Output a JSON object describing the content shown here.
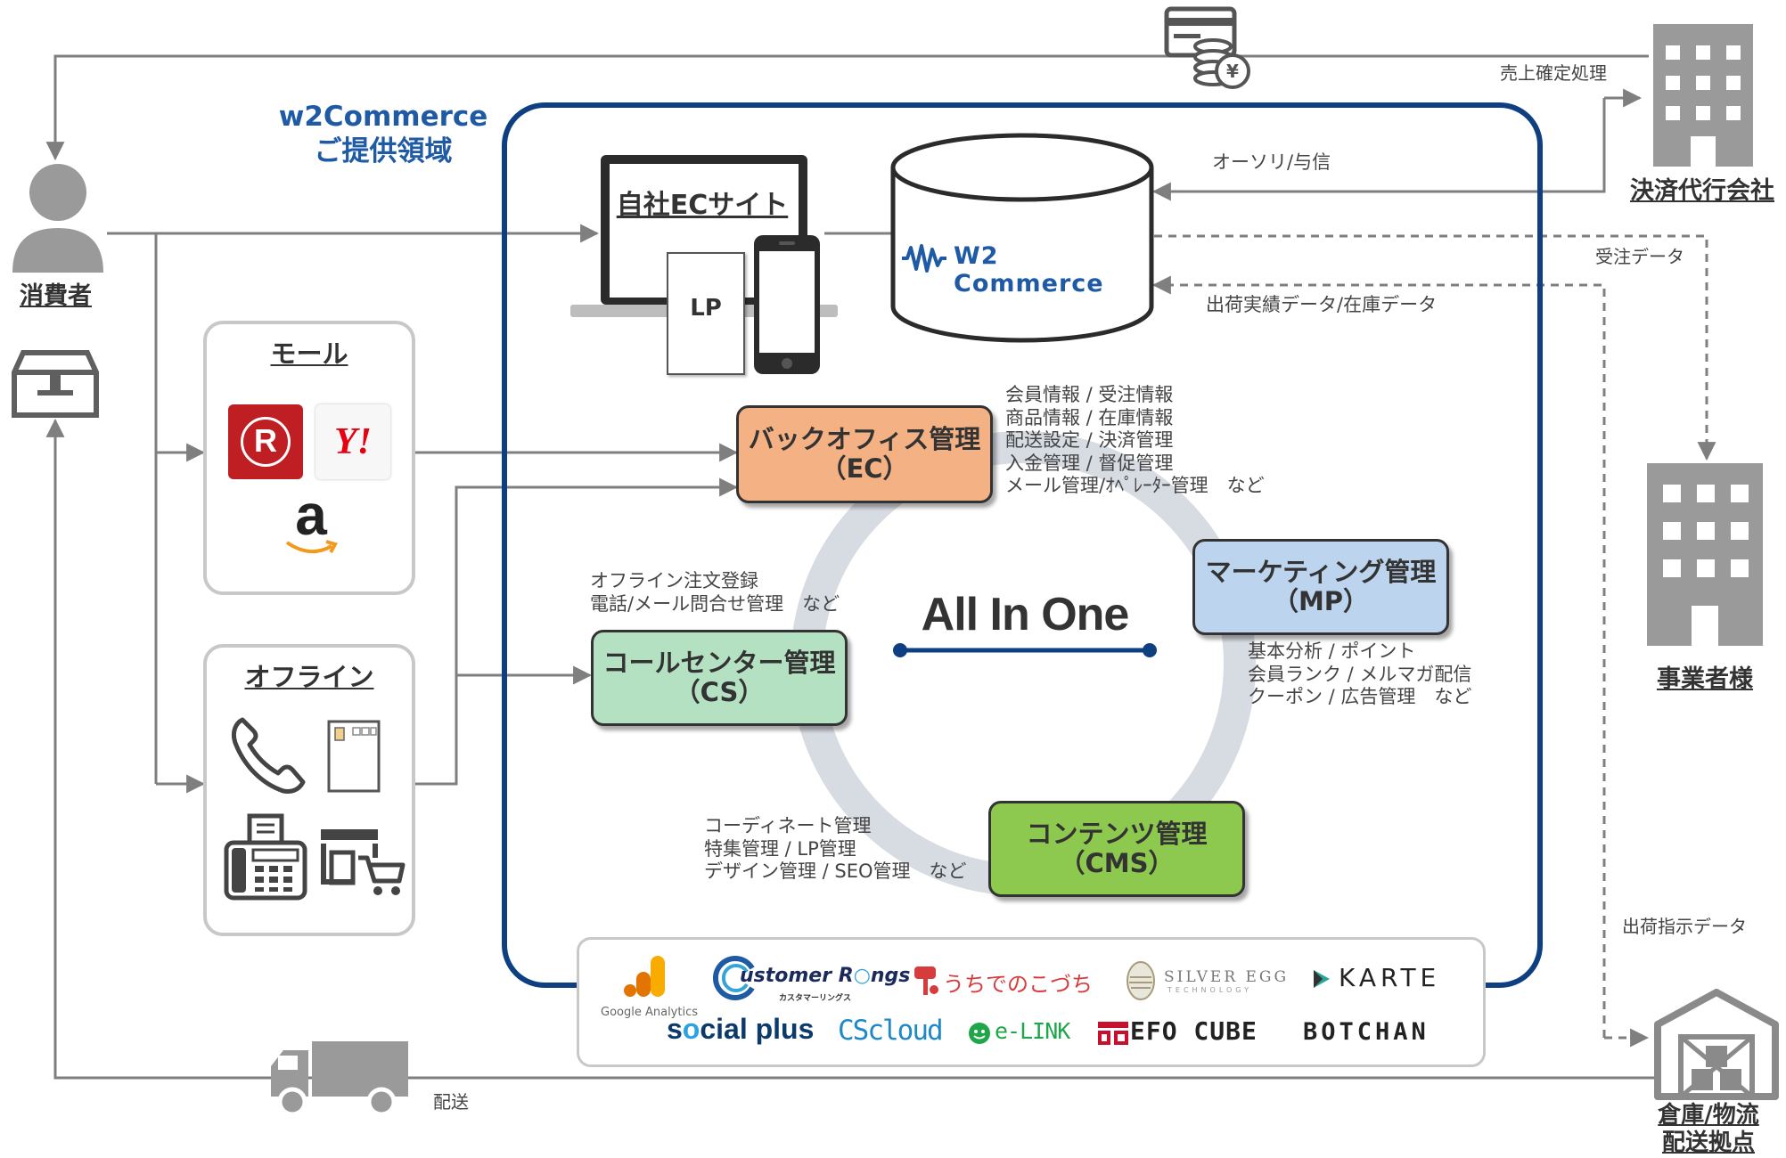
{
  "provider": {
    "title_line1": "w2Commerce",
    "title_line2": "ご提供領域"
  },
  "nodes": {
    "consumer": "消費者",
    "ec_site": "自社ECサイト",
    "lp": "LP",
    "mall": "モール",
    "offline": "オフライン",
    "payment_company": "決済代行会社",
    "business": "事業者様",
    "warehouse_line1": "倉庫/物流",
    "warehouse_line2": "配送拠点"
  },
  "database": {
    "logo_text": "W2 Commerce"
  },
  "center": {
    "title": "All In One"
  },
  "modules": {
    "backoffice": {
      "line1": "バックオフィス管理",
      "line2": "（EC）",
      "details": [
        "会員情報 / 受注情報",
        "商品情報 / 在庫情報",
        "配送設定 / 決済管理",
        "入金管理 / 督促管理",
        "メール管理/ｵﾍﾟﾚｰﾀｰ管理　など"
      ]
    },
    "marketing": {
      "line1": "マーケティング管理",
      "line2": "（MP）",
      "details": [
        "基本分析 / ポイント",
        "会員ランク / メルマガ配信",
        "クーポン / 広告管理　など"
      ]
    },
    "callcenter": {
      "line1": "コールセンター管理",
      "line2": "（CS）",
      "details": [
        "オフライン注文登録",
        "電話/メール問合せ管理　など"
      ]
    },
    "contents": {
      "line1": "コンテンツ管理",
      "line2": "（CMS）",
      "details": [
        "コーディネート管理",
        "特集管理 / LP管理",
        "デザイン管理 / SEO管理　など"
      ]
    }
  },
  "flows": {
    "sales_confirm": "売上確定処理",
    "authorization": "オーソリ/与信",
    "order_data": "受注データ",
    "shipping_results": "出荷実績データ/在庫データ",
    "shipping_instructions": "出荷指示データ",
    "delivery": "配送"
  },
  "partners": {
    "google_analytics_1": "Google Analytics",
    "customer_rings_1": "ustomer R",
    "customer_rings_2": "ngs",
    "customer_rings_sub": "カスタマーリングス",
    "uchideno": "うちでのこづち",
    "silver_egg_1": "SILVER EGG",
    "silver_egg_2": "TECHNOLOGY",
    "karte": "KARTE",
    "social_plus_1": "s",
    "social_plus_2": "cial plus",
    "cscloud": "CScloud",
    "elink": "e-LINK",
    "efo_cube": "EFO CUBE",
    "botchan": "BOTCHAN"
  },
  "malls": {
    "yahoo": "Y!",
    "amazon": "a",
    "rakuten": "R"
  },
  "colors": {
    "frame_blue": "#0e3f80",
    "backoffice": "#f3b184",
    "marketing": "#bcd4ee",
    "callcenter": "#b5e1c3",
    "contents": "#8ec94f",
    "line_gray": "#7f7f7f",
    "icon_gray": "#9a9a9a",
    "cycle_ring": "#d7dbe2",
    "provider_title": "#1f5ba5"
  },
  "icons": [
    "person-icon",
    "box-icon",
    "credit-card-coin-icon",
    "building-icon",
    "warehouse-icon",
    "truck-icon",
    "phone-icon",
    "postcard-icon",
    "fax-icon",
    "store-cart-icon",
    "laptop-icon",
    "smartphone-icon",
    "database-icon"
  ]
}
